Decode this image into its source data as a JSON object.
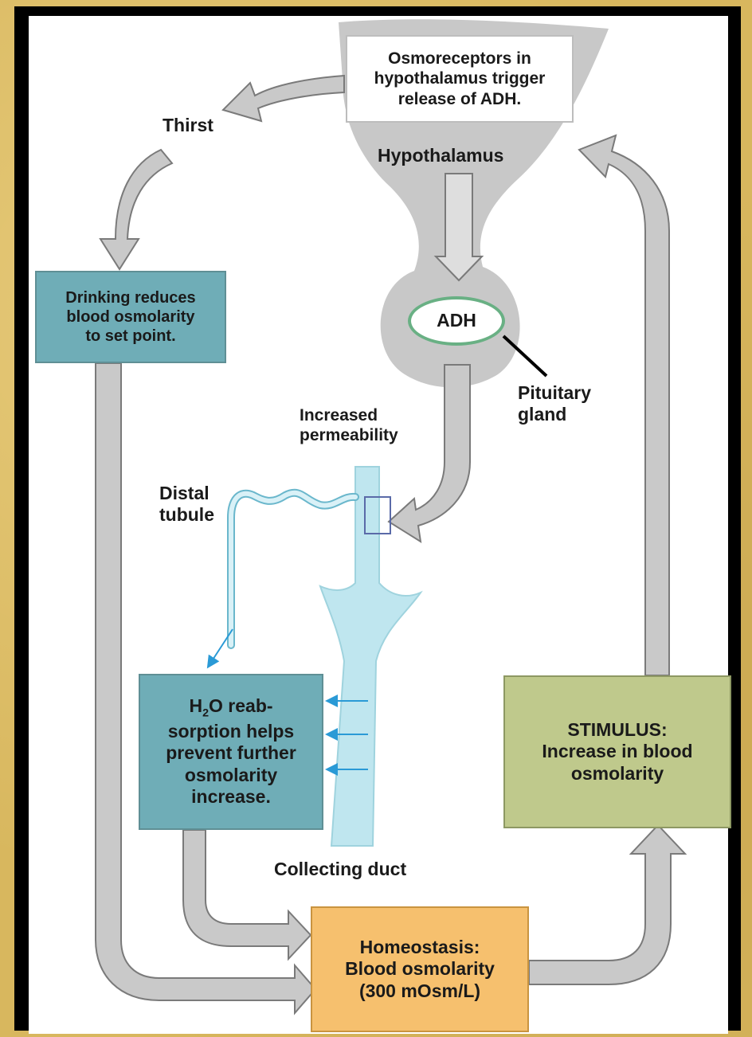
{
  "labels": {
    "osmoreceptors": "Osmoreceptors in\nhypothalamus trigger\nrelease of ADH.",
    "thirst": "Thirst",
    "hypothalamus": "Hypothalamus",
    "drinking": "Drinking reduces\nblood osmolarity\nto set point.",
    "adh": "ADH",
    "pituitary": "Pituitary\ngland",
    "increased_permeability": "Increased\npermeability",
    "distal_tubule": "Distal\ntubule",
    "h2o_prefix": "H",
    "h2o_subscript": "2",
    "h2o_rest": "O reab-\nsorption helps\nprevent further\nosmolarity\nincrease.",
    "stimulus": "STIMULUS:\nIncrease in blood\nosmolarity",
    "collecting_duct": "Collecting duct",
    "homeostasis": "Homeostasis:\nBlood osmolarity\n(300 mOsm/L)"
  },
  "colors": {
    "background": "#d8b75e",
    "frame": "#000000",
    "arrow_gray": "#c9c9c9",
    "brain_gray": "#c8c8c8",
    "teal_box": "#6fadb7",
    "stimulus_box": "#bfc98c",
    "homeostasis_box": "#f6c06e",
    "duct_blue": "#bfe6ef",
    "adh_ring": "#69b084"
  }
}
